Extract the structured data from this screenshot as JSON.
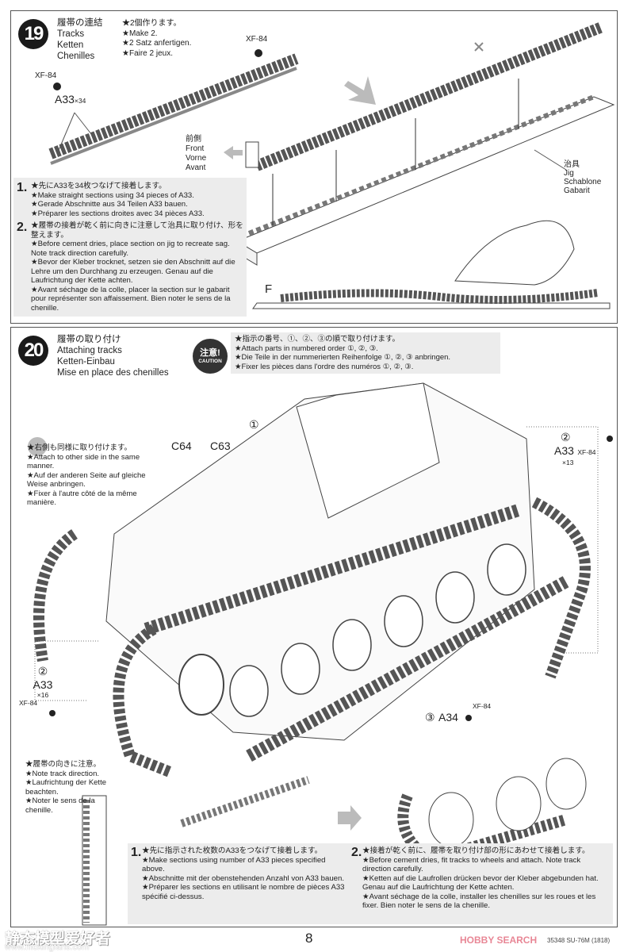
{
  "step19": {
    "number": "19",
    "title": [
      "履帯の連結",
      "Tracks",
      "Ketten",
      "Chenilles"
    ],
    "notes": [
      "★2個作ります。",
      "★Make 2.",
      "★2 Satz anfertigen.",
      "★Faire 2 jeux."
    ],
    "paint_left": "XF-84",
    "part_left": "A33",
    "qty_left": "×34",
    "paint_top": "XF-84",
    "front_label": [
      "前側",
      "Front",
      "Vorne",
      "Avant"
    ],
    "jig_label": [
      "治具",
      "Jig",
      "Schablone",
      "Gabarit"
    ],
    "f_label": "F",
    "instr1_num": "1.",
    "instr1": [
      "★先にA33を34枚つなげて接着します。",
      "★Make straight sections using 34 pieces of A33.",
      "★Gerade Abschnitte aus 34 Teilen A33 bauen.",
      "★Préparer les sections droites avec 34 pièces A33."
    ],
    "instr2_num": "2.",
    "instr2": [
      "★履帯の接着が乾く前に向きに注意して治具に取り付け、形を整えます。",
      "★Before cement dries, place section on jig to recreate sag. Note track direction carefully.",
      "★Bevor der Kleber trocknet, setzen sie den Abschnitt auf die Lehre um den Durchhang zu erzeugen. Genau auf die Laufrichtung der Kette achten.",
      "★Avant séchage de la colle, placer la section sur le gabarit pour représenter son affaissement. Bien noter le sens de la chenille."
    ]
  },
  "step20": {
    "number": "20",
    "title": [
      "履帯の取り付け",
      "Attaching tracks",
      "Ketten-Einbau",
      "Mise en place des chenilles"
    ],
    "caution_jp": "注意!",
    "caution_en": "CAUTION",
    "caution_notes": [
      "★指示の番号、①、②、③の順で取り付けます。",
      "★Attach parts in numbered order ①, ②, ③.",
      "★Die Teile in der nummerierten Reihenfolge ①, ②, ③ anbringen.",
      "★Fixer les pièces dans l'ordre des numéros ①, ②, ③."
    ],
    "other_side": [
      "★右側も同様に取り付けます。",
      "★Attach to other side in the same manner.",
      "★Auf der anderen Seite auf gleiche Weise anbringen.",
      "★Fixer à l'autre côté de la même manière."
    ],
    "direction": [
      "★履帯の向きに注意。",
      "★Note track direction.",
      "★Laufrichtung der Kette beachten.",
      "★Noter le sens de la chenille."
    ],
    "c64": "C64",
    "c63": "C63",
    "order1": "①",
    "order2a": "②",
    "part2a": "A33",
    "paint2a": "XF-84",
    "qty2a": "×13",
    "order2b": "②",
    "part2b": "A33",
    "qty2b": "×16",
    "paint2b": "XF-84",
    "order3": "③",
    "part3": "A34",
    "paint3": "XF-84",
    "instr1_num": "1.",
    "instr1": [
      "★先に指示された枚数のA33をつなげて接着します。",
      "★Make sections using number of A33 pieces specified above.",
      "★Abschnitte mit der obenstehenden Anzahl von A33 bauen.",
      "★Préparer les sections en utilisant le nombre de pièces A33 spécifié ci-dessus."
    ],
    "instr2_num": "2.",
    "instr2": [
      "★接着が乾く前に、履帯を取り付け部の形にあわせて接着します。",
      "★Before cement dries, fit tracks to wheels and attach. Note track direction carefully.",
      "★Ketten auf die Laufrollen drücken bevor der Kleber abgebunden hat. Genau auf die Laufrichtung der Kette achten.",
      "★Avant séchage de la colle, installer les chenilles sur les roues et les fixer. Bien noter le sens de la chenille."
    ]
  },
  "footer": {
    "page_number": "8",
    "watermark": "静态模型爱好者",
    "watermark_url": "www.moxingfans.com",
    "brand": "HOBBY SEARCH",
    "code": "35348 SU-76M (1818)"
  },
  "colors": {
    "track": "#555555",
    "border": "#555555",
    "shade": "#ececec",
    "brand": "#d9364f"
  }
}
